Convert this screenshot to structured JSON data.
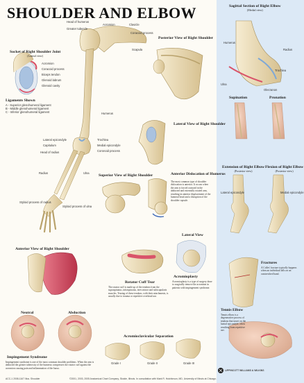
{
  "title": "SHOULDER AND ELBOW",
  "colors": {
    "bone": "#efe2c2",
    "bone_shade": "#cdb88a",
    "muscle": "#d9546a",
    "cartilage": "#7fa8d6",
    "sidebar": "#dce9f6"
  },
  "sections": {
    "socket": {
      "heading": "Socket of Right Shoulder Joint",
      "sub": "(Lateral view)"
    },
    "ligaments": {
      "heading": "Ligaments Shown",
      "items": [
        "A - Superior glenohumeral ligament",
        "B - Middle glenohumeral ligament",
        "C - Inferior glenohumeral ligament"
      ]
    },
    "posterior": {
      "heading": "Posterior View of Right Shoulder"
    },
    "lateral": {
      "heading": "Lateral View of Right Shoulder"
    },
    "superior": {
      "heading": "Superior View of Right Shoulder"
    },
    "anterior_dislocation": {
      "heading": "Anterior Dislocation of Humerus"
    },
    "anterior_view": {
      "heading": "Anterior View of Right Shoulder"
    },
    "lateral_view": {
      "heading": "Lateral View"
    },
    "acromioplasty": {
      "heading": "Acromioplasty"
    },
    "rotator_cuff": {
      "heading": "Rotator Cuff Tear"
    },
    "neutral": {
      "heading": "Neutral"
    },
    "abduction": {
      "heading": "Abduction"
    },
    "impingement": {
      "heading": "Impingement Syndrome"
    },
    "ac_separation": {
      "heading": "Acromioclavicular Separation"
    },
    "grades": [
      "Grade I",
      "Grade II",
      "Grade III"
    ],
    "sagittal": {
      "heading": "Sagittal Section of Right Elbow",
      "sub": "(Medial view)"
    },
    "supination": {
      "heading": "Supination"
    },
    "pronation": {
      "heading": "Pronation"
    },
    "extension": {
      "heading": "Extension of Right Elbow",
      "sub": "(Posterior view)"
    },
    "flexion": {
      "heading": "Flexion of Right Elbow",
      "sub": "(Posterior view)"
    },
    "fractures": {
      "heading": "Fractures"
    },
    "tennis": {
      "heading": "Tennis Elbow"
    }
  },
  "labels": {
    "arm": [
      "Acromion",
      "Clavicle",
      "Coracoid process",
      "Head of humerus",
      "Greater tubercle",
      "Scapula",
      "Humerus",
      "Lateral epicondyle",
      "Capitulum",
      "Head of radius",
      "Radius",
      "Ulna",
      "Medial epicondyle",
      "Coronoid process",
      "Trochlea",
      "Styloid process of radius",
      "Styloid process of ulna"
    ],
    "socket": [
      "Acromion",
      "Coracoid process",
      "Biceps tendon",
      "Glenoid labrum",
      "Glenoid cavity"
    ],
    "elbow": [
      "Humerus",
      "Radius",
      "Ulna",
      "Olecranon",
      "Trochlea",
      "Lateral epicondyle",
      "Medial epicondyle"
    ]
  },
  "texts": {
    "dislocation_para": "The most common type of shoulder dislocation is anterior. It occurs when the arm is forced outward in the abducted and externally rotated arm, resulting in anterior displacement of the humeral head and a disruption of the shoulder capsule.",
    "acromioplasty_para": "Acromioplasty is a type of surgery done to surgically remove the acromion in patients with impingement syndrome.",
    "rotator_para": "The rotator cuff is made up of the tendons from the supraspinatus, infraspinatus, teres minor and subscapularis muscles. Tearing of these tendons, with their attachments, is usually due to trauma or repetitive overhead use.",
    "impingement_para": "Impingement syndrome is one of the most common shoulder problems. When the arm is abducted the greater tuberosity of the humerus compresses the rotator cuff against the acromion causing pain and inflammation of the bursa.",
    "fractures_para": "A Colles' fracture typically happens when an individual falls on an outstretched hand.",
    "tennis_para": "Tennis elbow is a degenerative process of tendons that insert on the lateral epicondyle, often resulting from repetitive use."
  },
  "footer": {
    "copyright": "©2001, 2003, 2005 Anatomical Chart Company, Skokie, Illinois. In consultation with Mark R. Hutchinson, MD, University of Illinois at Chicago.",
    "left_code": "ACC-1 2008-1167 Illus. Shoulder",
    "brand": "LIPPINCOTT WILLIAMS & WILKINS"
  }
}
